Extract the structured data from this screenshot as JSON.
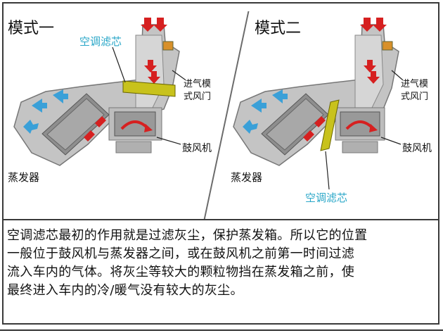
{
  "panels": [
    {
      "title": "模式一",
      "filter_label": "空调滤芯",
      "damper_label_line1": "进气模",
      "damper_label_line2": "式风门",
      "blower_label": "鼓风机",
      "evaporator_label": "蒸发器"
    },
    {
      "title": "模式二",
      "filter_label": "空调滤芯",
      "damper_label_line1": "进气模",
      "damper_label_line2": "式风门",
      "blower_label": "鼓风机",
      "evaporator_label": "蒸发器"
    }
  ],
  "description_lines": [
    "空调滤芯最初的作用就是过滤灰尘，保护蒸发箱。所以它的位置",
    "一般位于鼓风机与蒸发器之间，或在鼓风机之前第一时间过滤",
    "流入车内的气体。将灰尘等较大的颗粒物挡在蒸发箱之前，使",
    "最终进入车内的冷/暖气没有较大的灰尘。"
  ],
  "colors": {
    "filter": "#c8c21c",
    "filter_label": "#2aa7c8",
    "air_in": "#d62020",
    "air_out": "#3aa0d8",
    "housing": "#b9b9b9",
    "damper": "#d8902a"
  }
}
